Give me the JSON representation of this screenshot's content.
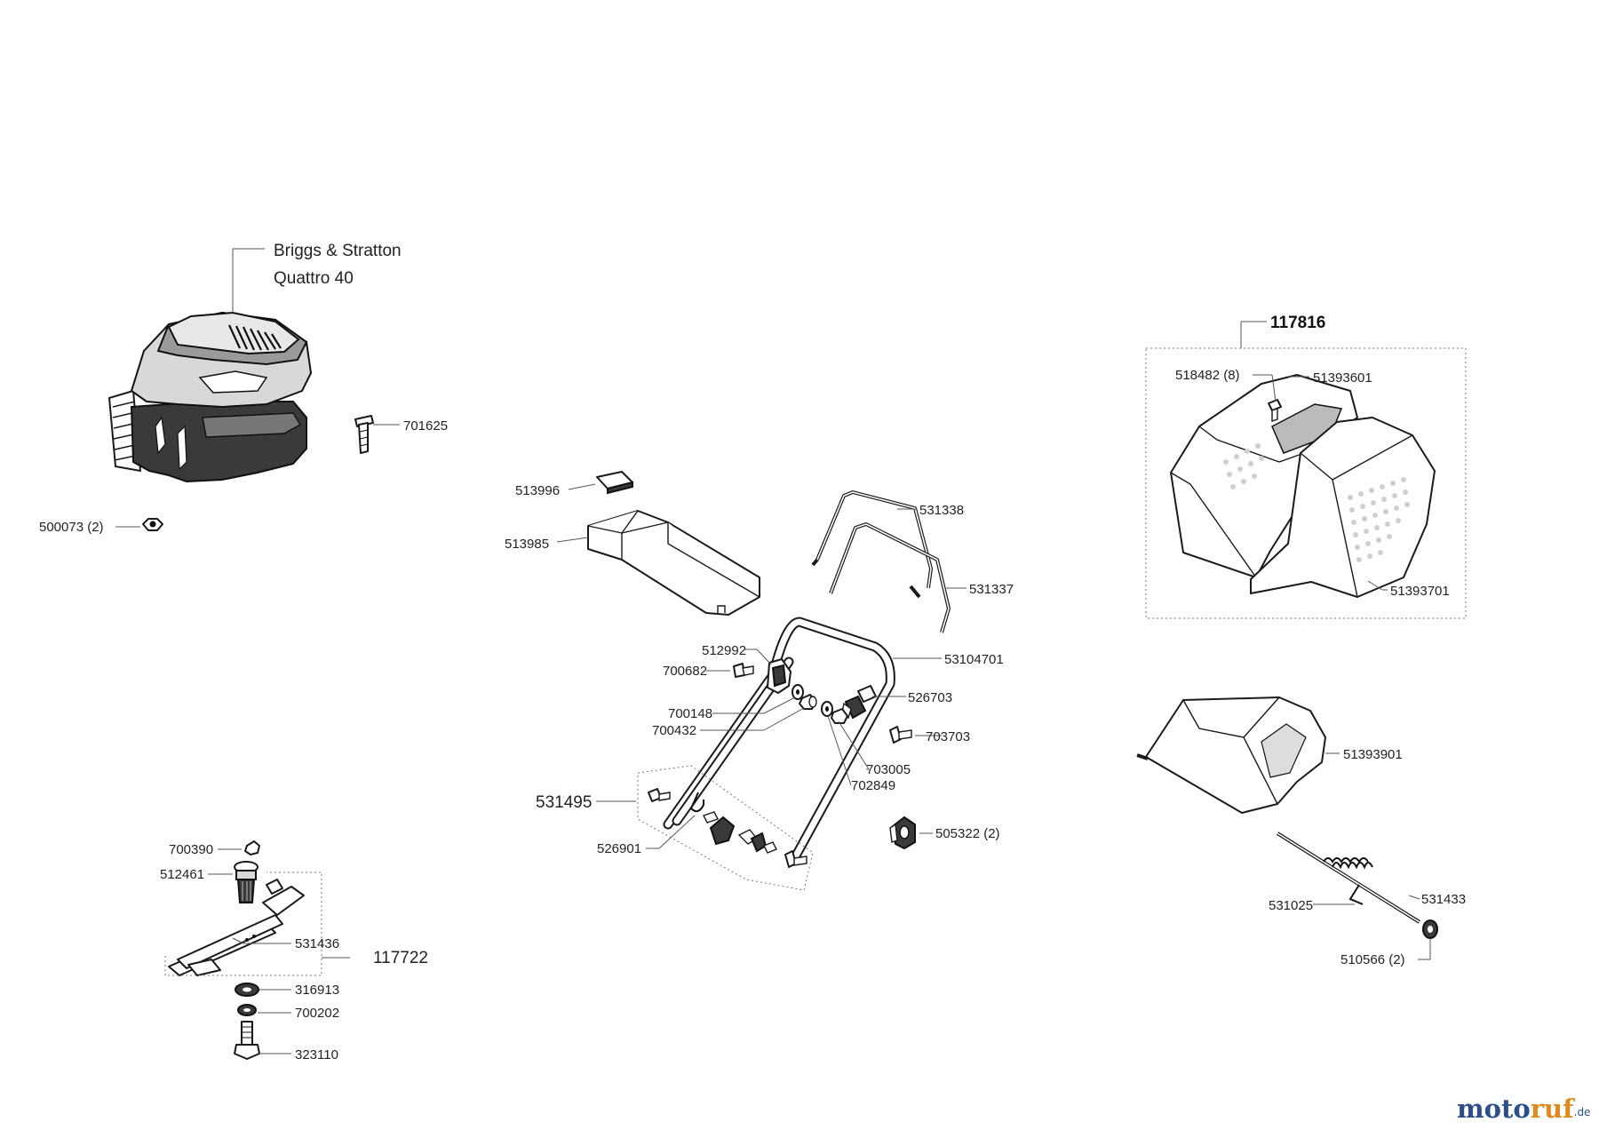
{
  "engine": {
    "brand_line1": "Briggs & Stratton",
    "brand_line2": "Quattro 40"
  },
  "part_numbers": {
    "p701625": "701625",
    "p500073": "500073 (2)",
    "p513996": "513996",
    "p513985": "513985",
    "p531338": "531338",
    "p531337": "531337",
    "p512992": "512992",
    "p53104701": "53104701",
    "p700682": "700682",
    "p526703": "526703",
    "p700148": "700148",
    "p700432": "700432",
    "p703703": "703703",
    "p703005": "703005",
    "p702849": "702849",
    "p531495": "531495",
    "p526901": "526901",
    "p505322": "505322 (2)",
    "p700390": "700390",
    "p512461": "512461",
    "p531436": "531436",
    "p117722": "117722",
    "p316913": "316913",
    "p700202": "700202",
    "p323110": "323110",
    "p117816": "117816",
    "p518482": "518482 (8)",
    "p51393601": "51393601",
    "p51393701": "51393701",
    "p51393901": "51393901",
    "p531025": "531025",
    "p531433": "531433",
    "p510566": "510566 (2)"
  },
  "watermark": {
    "part1": "moto",
    "part2": "ruf",
    "suffix": ".de"
  },
  "colors": {
    "ink": "#1a1a1a",
    "brand_blue": "#2c4f8c",
    "brand_orange": "#e08a1e"
  }
}
